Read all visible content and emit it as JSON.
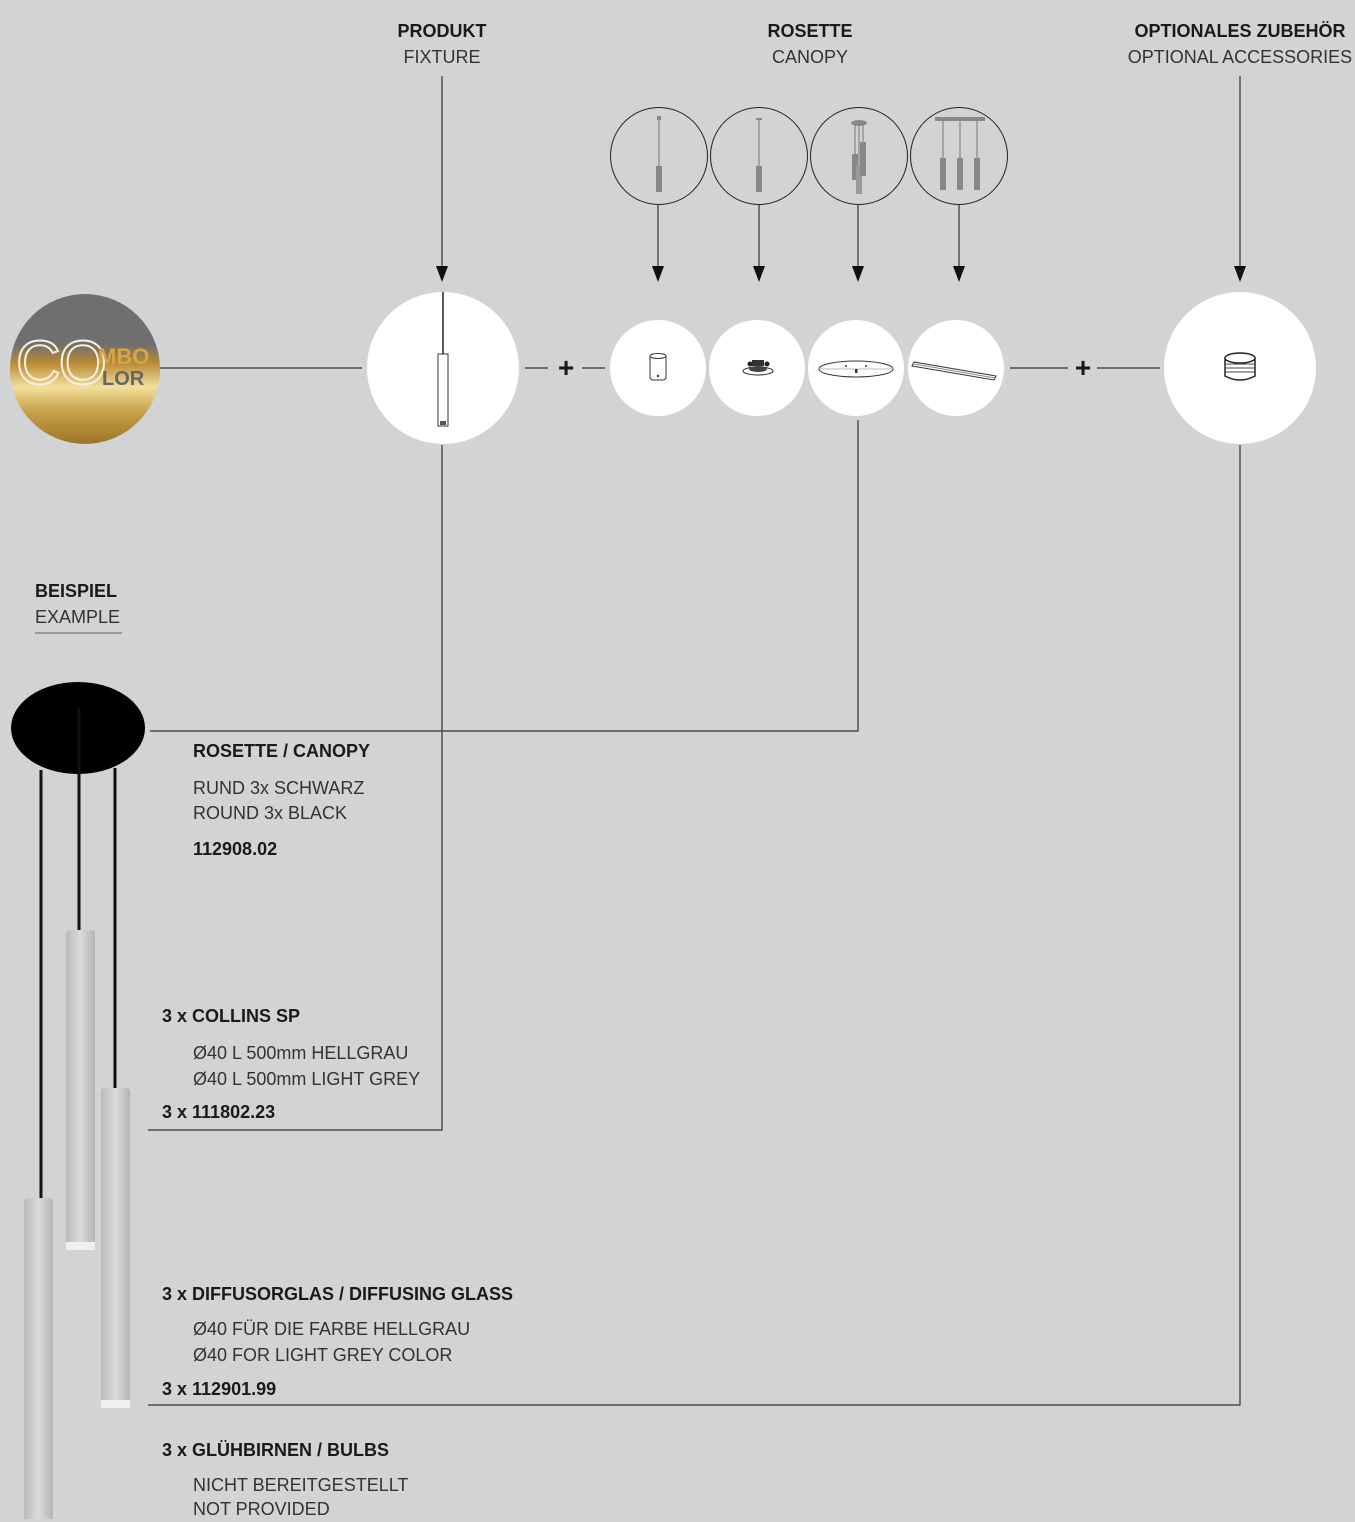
{
  "headers": {
    "product": {
      "title": "PRODUKT",
      "subtitle": "FIXTURE"
    },
    "canopy": {
      "title": "ROSETTE",
      "subtitle": "CANOPY"
    },
    "accessories": {
      "title": "OPTIONALES ZUBEHÖR",
      "subtitle": "OPTIONAL ACCESSORIES"
    }
  },
  "logo": {
    "part1": "CO",
    "part2": "MBO",
    "part3": "LOR"
  },
  "connectors": {
    "plus": "+"
  },
  "example": {
    "title": "BEISPIEL",
    "subtitle": "EXAMPLE"
  },
  "items": {
    "canopy": {
      "title": "ROSETTE / CANOPY",
      "line1": "RUND 3x SCHWARZ",
      "line2": "ROUND 3x BLACK",
      "code": "112908.02"
    },
    "fixture": {
      "title": "3 x COLLINS SP",
      "line1": "Ø40 L 500mm HELLGRAU",
      "line2": "Ø40 L 500mm LIGHT GREY",
      "code": "3 x 111802.23"
    },
    "glass": {
      "title": "3 x DIFFUSORGLAS / DIFFUSING GLASS",
      "line1": "Ø40 FÜR DIE FARBE HELLGRAU",
      "line2": "Ø40 FOR LIGHT GREY COLOR",
      "code": "3 x 112901.99"
    },
    "bulbs": {
      "title": "3 x GLÜHBIRNEN / BULBS",
      "line1": "NICHT BEREITGESTELLT",
      "line2": "NOT PROVIDED"
    }
  },
  "colors": {
    "background": "#d2d3d5",
    "line": "#333333",
    "canopy": "#000000",
    "fixture": "#c8c9cb",
    "gold": "#c9a24a"
  }
}
